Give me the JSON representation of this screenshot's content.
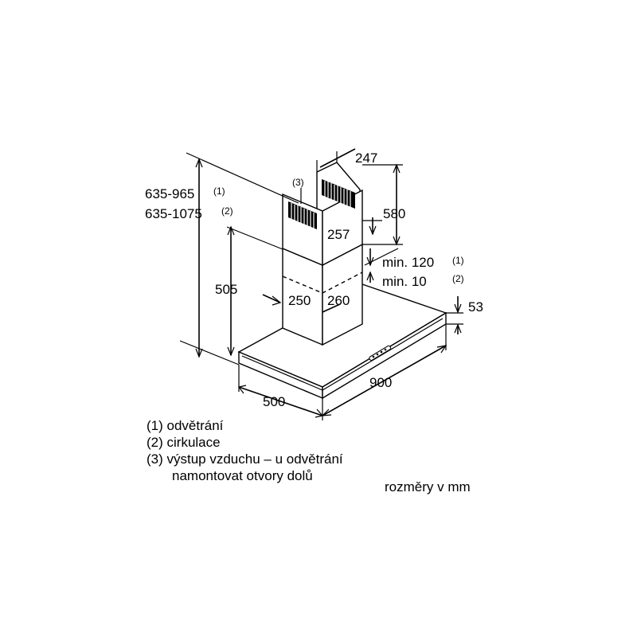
{
  "dimensions": {
    "height_vent": "635-965",
    "height_vent_note": "(1)",
    "height_circ": "635-1075",
    "height_circ_note": "(2)",
    "canopy_height": "505",
    "chimney_depth": "247",
    "chimney_upper_height": "580",
    "chimney_upper_width": "257",
    "chimney_lower_width": "250",
    "chimney_lower_depth": "260",
    "overlap_vent": "min. 120",
    "overlap_vent_note": "(1)",
    "overlap_circ": "min. 10",
    "overlap_circ_note": "(2)",
    "canopy_thickness": "53",
    "width": "900",
    "depth": "500",
    "outlet_marker": "(3)"
  },
  "legend": {
    "item1": "(1) odvětrání",
    "item2": "(2) cirkulace",
    "item3_line1": "(3) výstup vzduchu – u odvětrání",
    "item3_line2": "namontovat otvory dolů"
  },
  "units_note": "rozměry v mm"
}
